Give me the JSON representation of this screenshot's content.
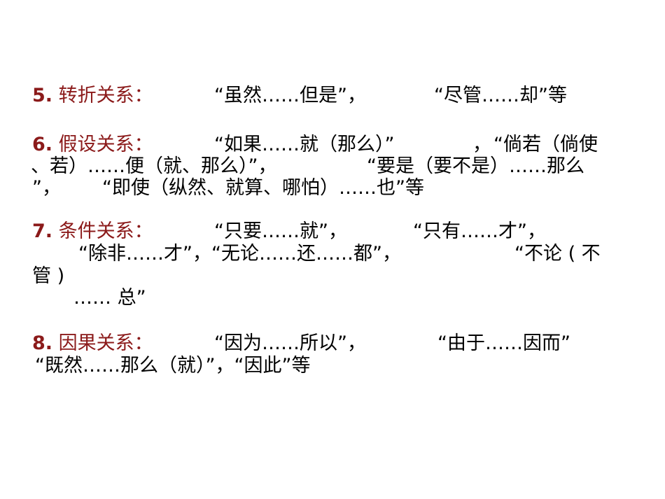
{
  "colors": {
    "label": "#8b1a1a",
    "text": "#000000"
  },
  "items": [
    {
      "number": "5.",
      "label": "转折关系：",
      "lines": [
        "“虽然……但是”，",
        "“尽管……却”等"
      ]
    },
    {
      "number": "6.",
      "label": "假设关系：",
      "lines": [
        "“如果……就（那么）”",
        "，",
        "“倘若（倘使",
        "、若）……便（就、那么）”，",
        "“要是（要不是）……那么",
        "”，",
        "“即使（纵然、就算、哪怕）……也”等"
      ]
    },
    {
      "number": "7.",
      "label": "条件关系：",
      "lines": [
        "“只要……就”，",
        "“只有……才”，",
        "“除非……才”，“无论……还……都”，",
        "“不论 ( 不",
        "管 )",
        "…… 总”"
      ]
    },
    {
      "number": "8.",
      "label": "因果关系：",
      "lines": [
        "“因为……所以”，",
        "“由于……因而”",
        "“既然……那么（就）”，“因此”等"
      ]
    }
  ]
}
